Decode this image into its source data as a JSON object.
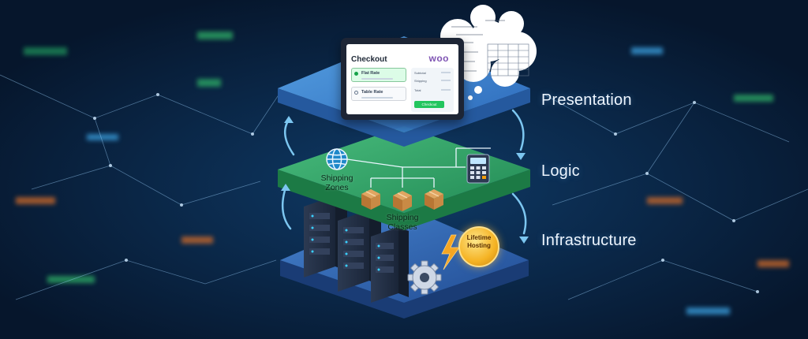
{
  "layers": [
    {
      "label": "Presentation",
      "color": "#3b7fd1"
    },
    {
      "label": "Logic",
      "color": "#2fae66"
    },
    {
      "label": "Infrastructure",
      "color": "#2f6fc4"
    }
  ],
  "checkout": {
    "title": "Checkout",
    "brand": "woo",
    "options": [
      {
        "label": "Flat Rate",
        "selected": true
      },
      {
        "label": "Table Rate",
        "selected": false
      }
    ],
    "summary_rows": [
      "Subtotal",
      "Shipping",
      "Total"
    ],
    "button": "Checkout"
  },
  "logic": {
    "zones_label": "Shipping\nZones",
    "classes_label": "Shipping\nClasses"
  },
  "infrastructure": {
    "badge_text": "Lifetime\nHosting"
  },
  "colors": {
    "background": "#071a33",
    "accent_cyan": "#7cc6f0",
    "box_brown": "#c98a45",
    "badge_gold": "#f5b324",
    "bolt": "#f5a623"
  }
}
